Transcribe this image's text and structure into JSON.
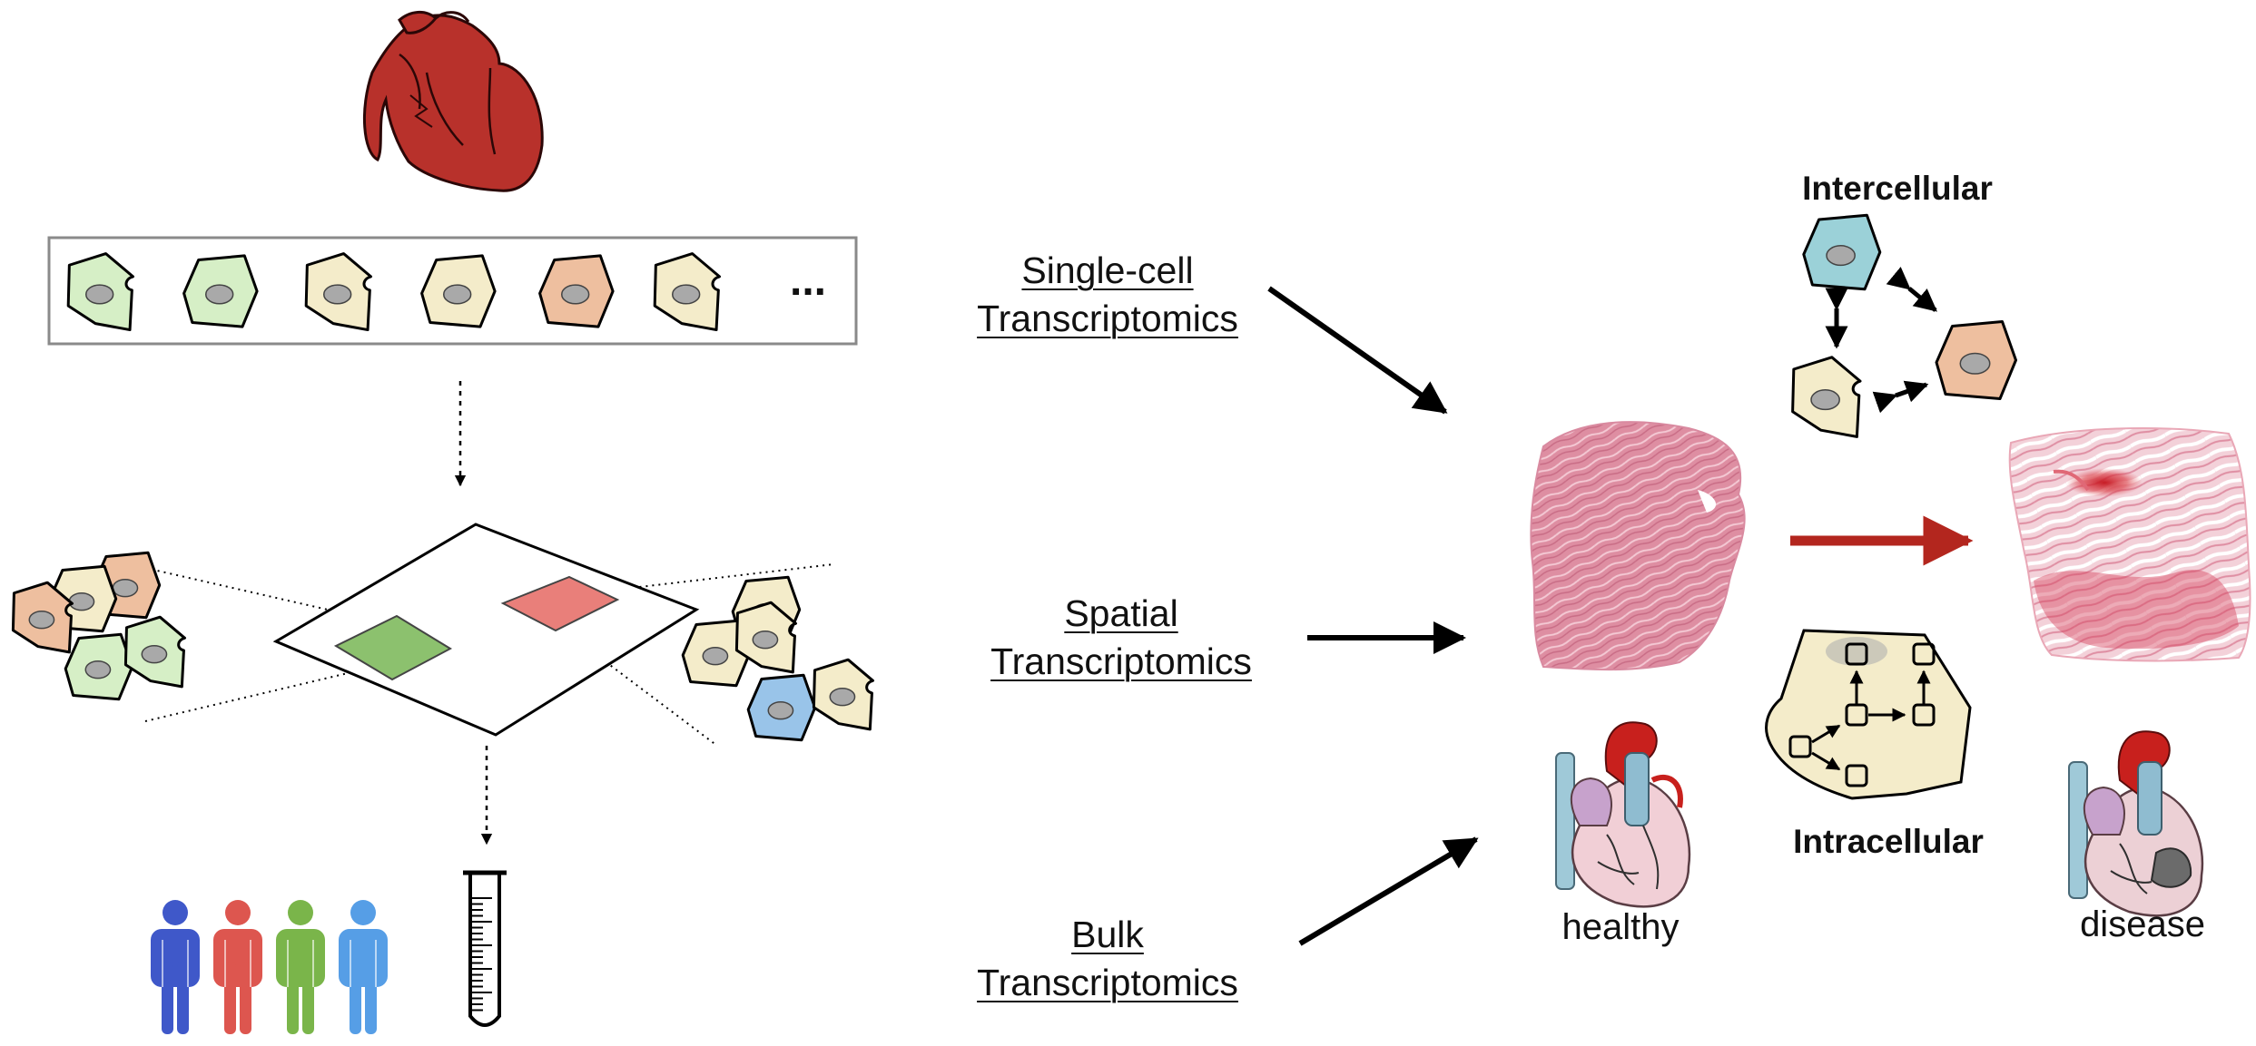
{
  "labels": {
    "single_cell_line1": "Single-cell",
    "single_cell_line2": "Transcriptomics",
    "spatial_line1": "Spatial",
    "spatial_line2": "Transcriptomics",
    "bulk_line1": "Bulk",
    "bulk_line2": "Transcriptomics",
    "intercellular": "Intercellular",
    "intracellular": "Intracellular",
    "healthy": "healthy",
    "disease": "disease",
    "ellipsis": "..."
  },
  "colors": {
    "heart_red": "#b8312b",
    "cell_green": "#d6efc6",
    "cell_cream": "#f4ecca",
    "cell_peach": "#eebf9f",
    "cell_blue": "#99c4e9",
    "cell_teal": "#9bd1d8",
    "tissue_pink": "#dc7f97",
    "disease_red": "#c1272d",
    "arrow_red": "#b3261e",
    "spot_green": "#8cc16e",
    "spot_red": "#e97f7a",
    "person_blue": "#3f58c9",
    "person_red": "#dd564f",
    "person_green": "#7ab54a",
    "person_lightblue": "#569ee6"
  },
  "icons": [
    "heart-icon",
    "cell-icon",
    "tissue-section-icon",
    "test-tube-icon",
    "person-icon",
    "anatomical-heart-icon",
    "arrow-icon"
  ]
}
